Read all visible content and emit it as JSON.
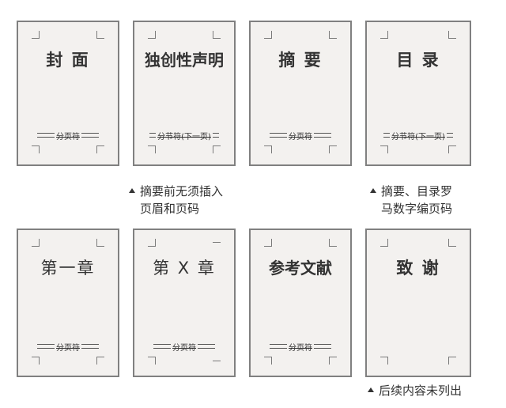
{
  "pages": [
    {
      "title": "封 面",
      "break_label": "分页符",
      "break_type": "page"
    },
    {
      "title": "独创性声明",
      "break_label": "分节符(下一页)",
      "break_type": "section"
    },
    {
      "title": "摘 要",
      "break_label": "分页符",
      "break_type": "page"
    },
    {
      "title": "目 录",
      "break_label": "分节符(下一页)",
      "break_type": "section"
    },
    {
      "title": "第一章",
      "break_label": "分页符",
      "break_type": "page"
    },
    {
      "title": "第 X 章",
      "break_label": "分页符",
      "break_type": "page"
    },
    {
      "title": "参考文献",
      "break_label": "分页符",
      "break_type": "page"
    },
    {
      "title": "致 谢",
      "break_label": "",
      "break_type": "none"
    }
  ],
  "notes": [
    {
      "line1": "摘要前无须插入",
      "line2": "页眉和页码"
    },
    {
      "line1": "摘要、目录罗",
      "line2": "马数字编页码"
    },
    {
      "line1": "后续内容未列出"
    }
  ],
  "colors": {
    "page_fill": "#f3f1ef",
    "page_border": "#808080",
    "text": "#333333"
  }
}
